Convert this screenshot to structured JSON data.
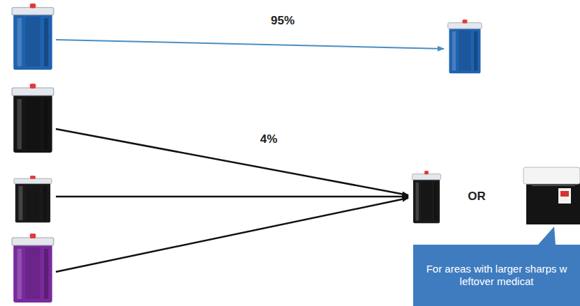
{
  "diagram": {
    "nodes": [
      {
        "text": [
          "For areas with larger sharps w leftover medicat"
        ]
      }
    ],
    "labels": [
      "95%",
      "4%",
      "OR"
    ]
  }
}
